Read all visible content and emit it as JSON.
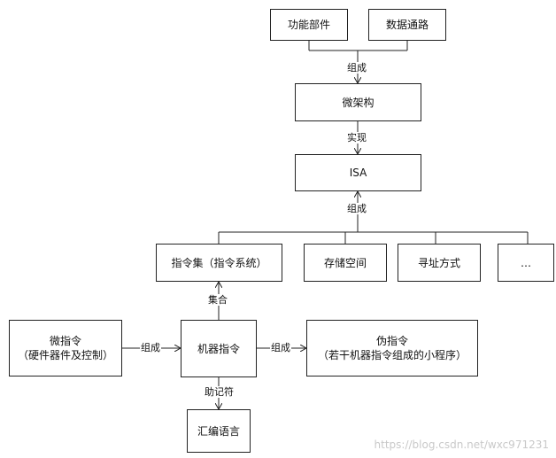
{
  "nodes": {
    "func": "功能部件",
    "datapath": "数据通路",
    "micro_arch": "微架构",
    "isa": "ISA",
    "instr_set": "指令集（指令系统）",
    "storage": "存储空间",
    "addressing": "寻址方式",
    "more": "…",
    "micro_instr_line1": "微指令",
    "micro_instr_line2": "（硬件器件及控制）",
    "machine_instr": "机器指令",
    "pseudo_instr_line1": "伪指令",
    "pseudo_instr_line2": "（若干机器指令组成的小程序）",
    "assembly": "汇编语言"
  },
  "edge_labels": {
    "compose_to_micro_arch": "组成",
    "implement": "实现",
    "compose_to_isa": "组成",
    "collection": "集合",
    "compose_micro_to_machine": "组成",
    "compose_machine_to_pseudo": "组成",
    "mnemonic": "助记符"
  },
  "watermark": "https://blog.csdn.net/wxc971231"
}
